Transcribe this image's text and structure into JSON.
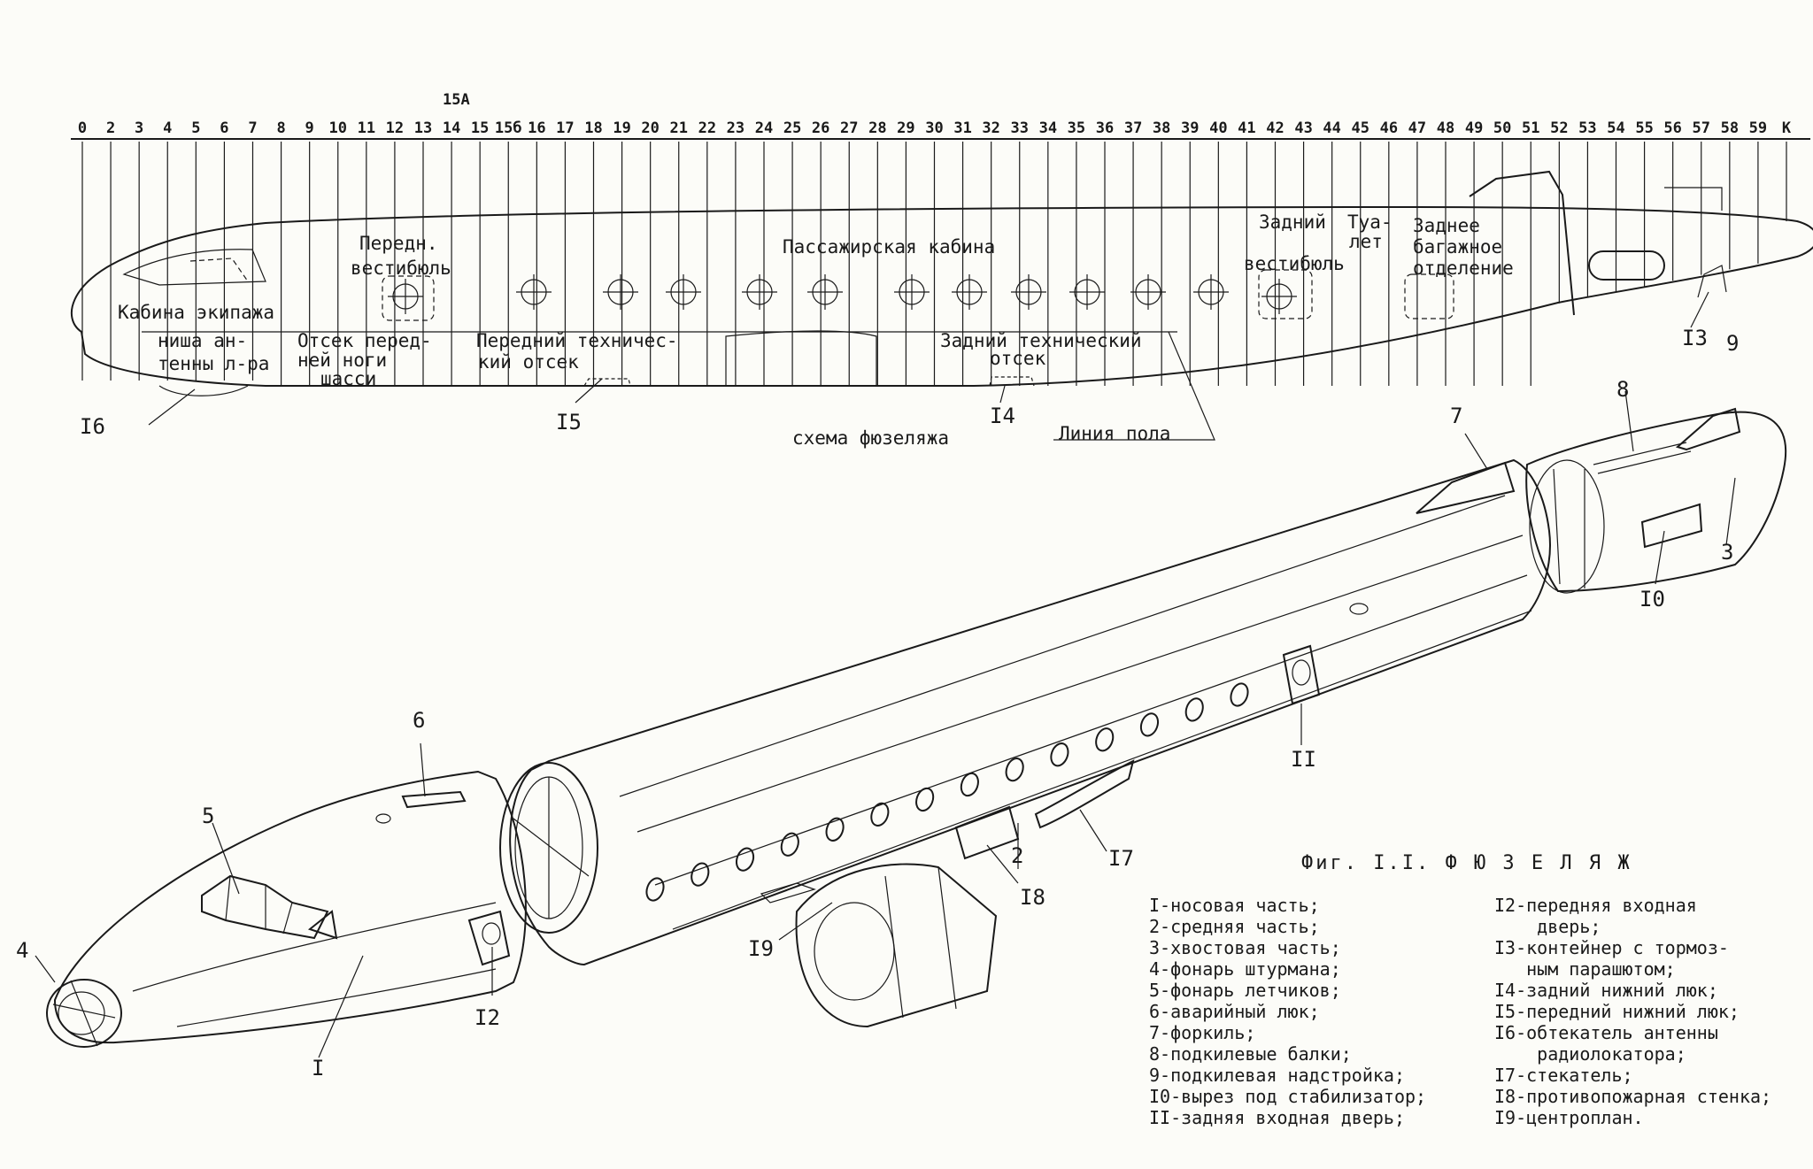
{
  "frames": [
    "0",
    "2",
    "3",
    "4",
    "5",
    "6",
    "7",
    "8",
    "9",
    "10",
    "11",
    "12",
    "13",
    "14",
    "15",
    "15б",
    "16",
    "17",
    "18",
    "19",
    "20",
    "21",
    "22",
    "23",
    "24",
    "25",
    "26",
    "27",
    "28",
    "29",
    "30",
    "31",
    "32",
    "33",
    "34",
    "35",
    "36",
    "37",
    "38",
    "39",
    "40",
    "41",
    "42",
    "43",
    "44",
    "45",
    "46",
    "47",
    "48",
    "49",
    "50",
    "51",
    "52",
    "53",
    "54",
    "55",
    "56",
    "57",
    "58",
    "59",
    "К"
  ],
  "frame_extra": "15А",
  "schema": {
    "compartments": {
      "cockpit": "Кабина экипажа",
      "antenna_niche_1": "ниша ан-",
      "antenna_niche_2": "тенны л-ра",
      "nose_gear_1": "Отсек перед-",
      "nose_gear_2": "ней ноги",
      "nose_gear_3": "шасси",
      "front_vest_1": "Передн.",
      "front_vest_2": "вестибюль",
      "fwd_tech_1": "Передний техничес-",
      "fwd_tech_2": "кий отсек",
      "cabin": "Пассажирская кабина",
      "aft_tech_1": "Задний технический",
      "aft_tech_2": "отсек",
      "rear_vest_1": "Задний",
      "rear_vest_2": "вестибюль",
      "toilet_1": "Туа-",
      "toilet_2": "лет",
      "baggage_1": "Заднее",
      "baggage_2": "багажное",
      "baggage_3": "отделение"
    },
    "caption": "схема фюзеляжа",
    "floor_line": "Линия пола",
    "callouts": {
      "c16": "I6",
      "c15": "I5",
      "c14": "I4",
      "c13": "I3",
      "c9": "9"
    }
  },
  "drawing": {
    "callouts": {
      "c1": "I",
      "c2": "2",
      "c3": "3",
      "c4": "4",
      "c5": "5",
      "c6": "6",
      "c7": "7",
      "c8": "8",
      "c10": "I0",
      "c11": "II",
      "c12": "I2",
      "c17": "I7",
      "c18": "I8",
      "c19": "I9"
    }
  },
  "figure_title": "Фиг. I.I. Ф Ю З Е Л Я Ж",
  "legend_left": [
    "I-носовая часть;",
    "2-средняя часть;",
    "3-хвостовая часть;",
    "4-фонарь штурмана;",
    "5-фонарь летчиков;",
    "6-аварийный люк;",
    "7-форкиль;",
    "8-подкилевые балки;",
    "9-подкилевая надстройка;",
    "I0-вырез под стабилизатор;",
    "II-задняя входная дверь;"
  ],
  "legend_right": [
    "I2-передняя входная",
    "    дверь;",
    "I3-контейнер с тормоз-",
    "   ным парашютом;",
    "I4-задний нижний люк;",
    "I5-передний нижний люк;",
    "I6-обтекатель антенны",
    "    радиолокатора;",
    "I7-стекатель;",
    "I8-противопожарная стенка;",
    "I9-центроплан."
  ]
}
